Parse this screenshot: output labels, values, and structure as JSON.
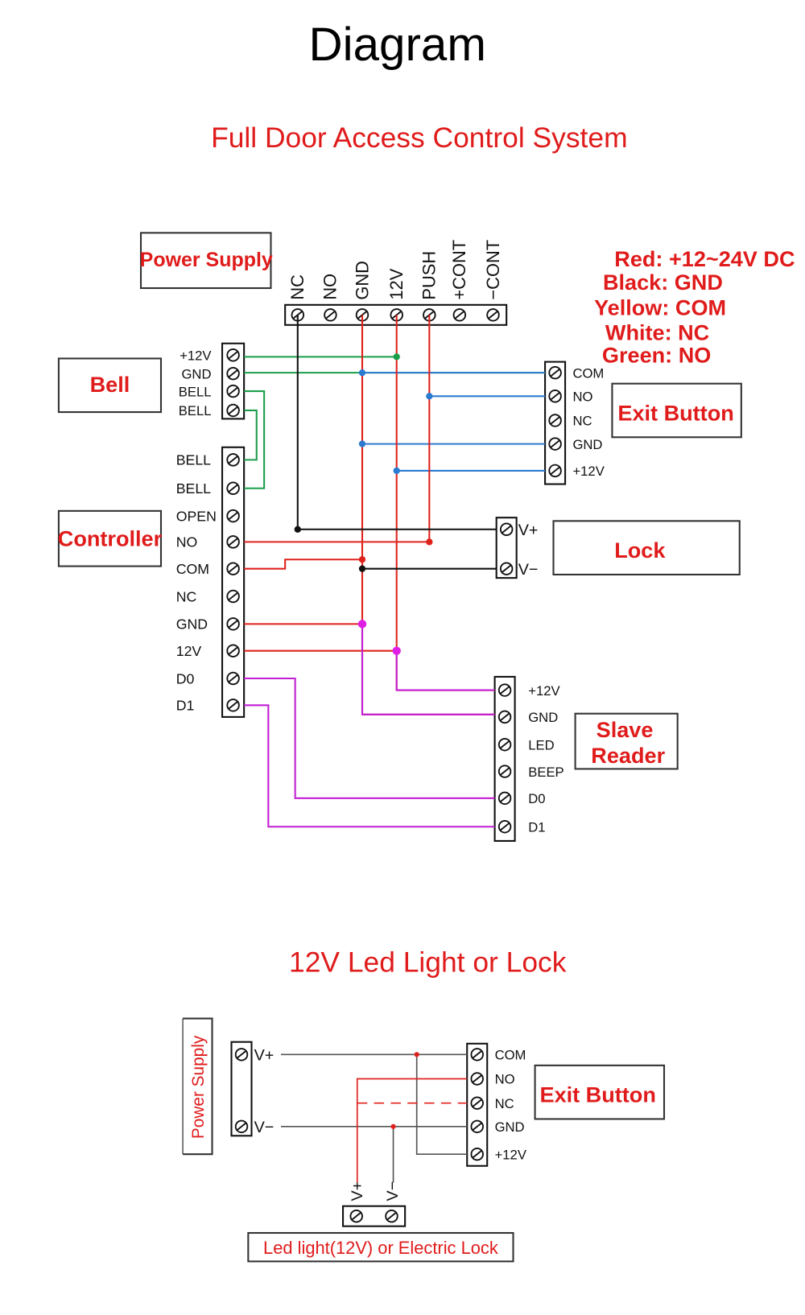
{
  "title": "Diagram",
  "section1": {
    "title": "Full Door Access Control System",
    "power_supply": {
      "label": "Power Supply",
      "terminals": [
        "NC",
        "NO",
        "GND",
        "12V",
        "PUSH",
        "+CONT",
        "−CONT"
      ]
    },
    "legend": [
      "Red: +12~24V DC",
      "Black: GND",
      "Yellow: COM",
      "White: NC",
      "Green: NO"
    ],
    "bell": {
      "label": "Bell",
      "terminals": [
        "+12V",
        "GND",
        "BELL",
        "BELL"
      ]
    },
    "controller": {
      "label": "Controller",
      "terminals": [
        "BELL",
        "BELL",
        "OPEN",
        "NO",
        "COM",
        "NC",
        "GND",
        "12V",
        "D0",
        "D1"
      ]
    },
    "exit_button": {
      "label": "Exit Button",
      "terminals": [
        "COM",
        "NO",
        "NC",
        "GND",
        "+12V"
      ]
    },
    "lock": {
      "label": "Lock",
      "terminals": [
        "V+",
        "V−"
      ]
    },
    "slave_reader": {
      "label_line1": "Slave",
      "label_line2": "Reader",
      "terminals": [
        "+12V",
        "GND",
        "LED",
        "BEEP",
        "D0",
        "D1"
      ]
    }
  },
  "section2": {
    "title": "12V Led Light or Lock",
    "power_supply": {
      "label": "Power Supply",
      "terminals": [
        "V+",
        "V−"
      ]
    },
    "exit_button": {
      "label": "Exit Button",
      "terminals": [
        "COM",
        "NO",
        "NC",
        "GND",
        "+12V"
      ]
    },
    "load": {
      "label": "Led light(12V) or Electric Lock",
      "terminals": [
        "V+",
        "V−"
      ]
    }
  },
  "wire_colors": {
    "red": "#e0221d",
    "green": "#1a9e4a",
    "blue": "#2b7bd0",
    "black": "#111111",
    "magenta": "#c21fd4"
  }
}
